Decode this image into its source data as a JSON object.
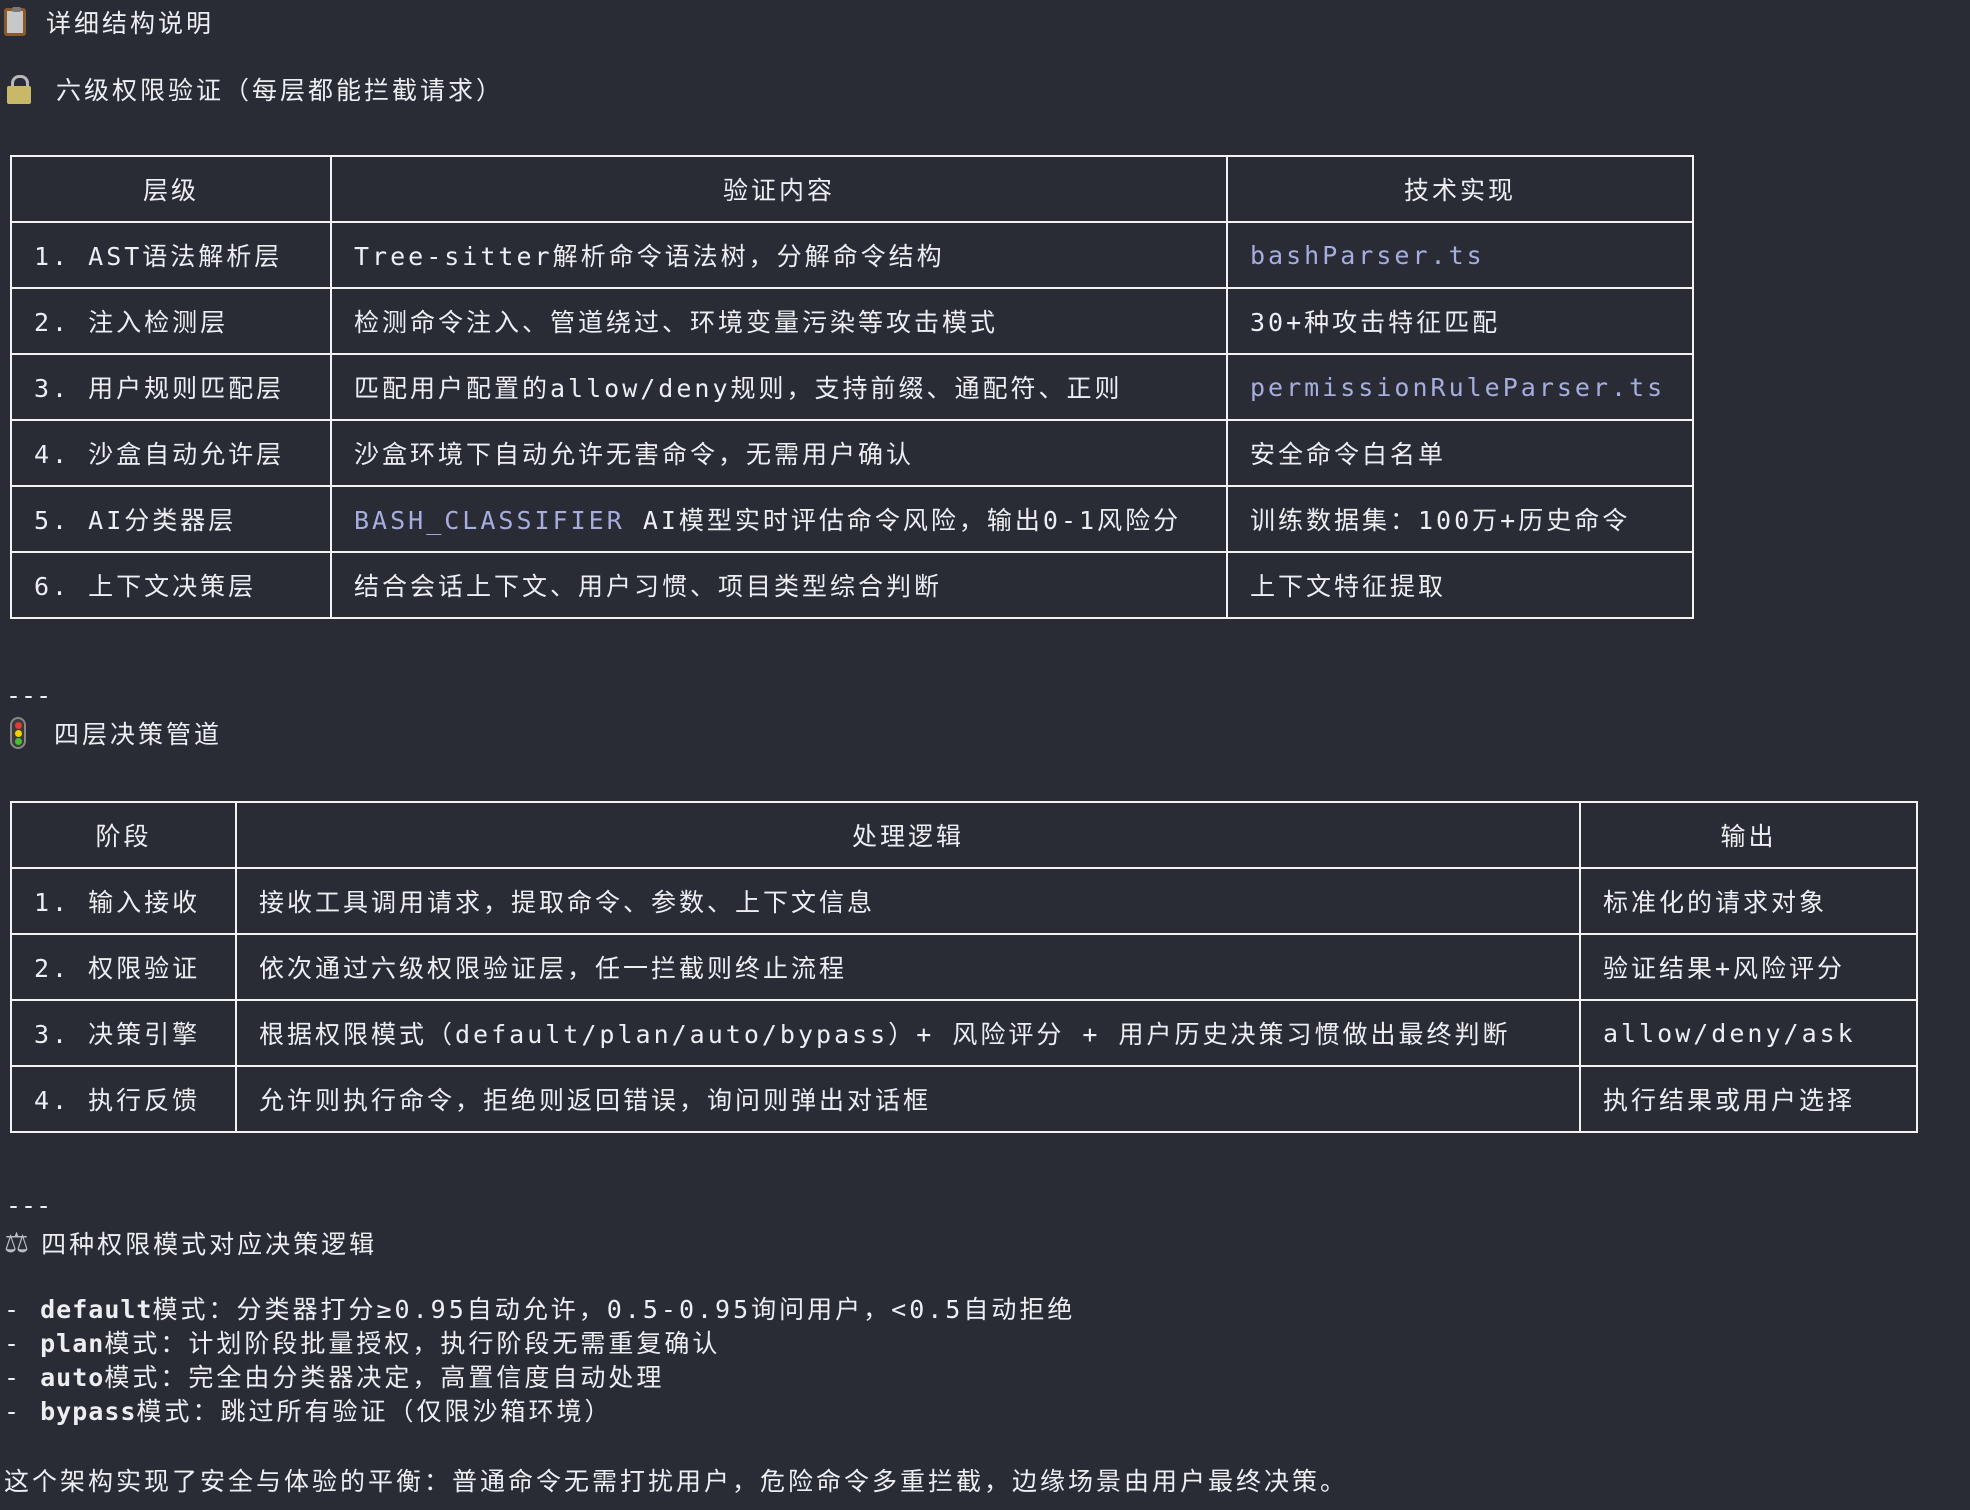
{
  "title": {
    "icon": "clipboard-icon",
    "text": "详细结构说明"
  },
  "section1": {
    "icon": "lock-icon",
    "heading": "六级权限验证（每层都能拦截请求）",
    "table": {
      "headers": [
        "层级",
        "验证内容",
        "技术实现"
      ],
      "rows": [
        {
          "level": "1. AST语法解析层",
          "content_code": "",
          "content": "Tree-sitter解析命令语法树，分解命令结构",
          "impl": "bashParser.ts",
          "impl_is_code": true
        },
        {
          "level": "2. 注入检测层",
          "content_code": "",
          "content": "检测命令注入、管道绕过、环境变量污染等攻击模式",
          "impl": "30+种攻击特征匹配",
          "impl_is_code": false
        },
        {
          "level": "3. 用户规则匹配层",
          "content_code": "",
          "content": "匹配用户配置的allow/deny规则，支持前缀、通配符、正则",
          "impl": "permissionRuleParser.ts",
          "impl_is_code": true
        },
        {
          "level": "4. 沙盒自动允许层",
          "content_code": "",
          "content": "沙盒环境下自动允许无害命令，无需用户确认",
          "impl": "安全命令白名单",
          "impl_is_code": false
        },
        {
          "level": "5. AI分类器层",
          "content_code": "BASH_CLASSIFIER",
          "content": " AI模型实时评估命令风险，输出0-1风险分",
          "impl": "训练数据集：100万+历史命令",
          "impl_is_code": false
        },
        {
          "level": "6. 上下文决策层",
          "content_code": "",
          "content": "结合会话上下文、用户习惯、项目类型综合判断",
          "impl": "上下文特征提取",
          "impl_is_code": false
        }
      ]
    }
  },
  "separator": "---",
  "section2": {
    "icon": "traffic-light-icon",
    "heading": "四层决策管道",
    "table": {
      "headers": [
        "阶段",
        "处理逻辑",
        "输出"
      ],
      "rows": [
        {
          "stage": "1. 输入接收",
          "logic": "接收工具调用请求，提取命令、参数、上下文信息",
          "output": "标准化的请求对象"
        },
        {
          "stage": "2. 权限验证",
          "logic": "依次通过六级权限验证层，任一拦截则终止流程",
          "output": "验证结果+风险评分"
        },
        {
          "stage": "3. 决策引擎",
          "logic": "根据权限模式（default/plan/auto/bypass）+ 风险评分 + 用户历史决策习惯做出最终判断",
          "output": "allow/deny/ask"
        },
        {
          "stage": "4. 执行反馈",
          "logic": "允许则执行命令，拒绝则返回错误，询问则弹出对话框",
          "output": "执行结果或用户选择"
        }
      ]
    }
  },
  "section3": {
    "icon": "balance-scale-icon",
    "heading": "四种权限模式对应决策逻辑",
    "bullets": [
      {
        "prefix": "- ",
        "mode": "default",
        "suffix": "模式",
        "text": "：分类器打分≥0.95自动允许，0.5-0.95询问用户，<0.5自动拒绝"
      },
      {
        "prefix": "- ",
        "mode": "plan",
        "suffix": "模式",
        "text": "：计划阶段批量授权，执行阶段无需重复确认"
      },
      {
        "prefix": "- ",
        "mode": "auto",
        "suffix": "模式",
        "text": "：完全由分类器决定，高置信度自动处理"
      },
      {
        "prefix": "- ",
        "mode": "bypass",
        "suffix": "模式",
        "text": "：跳过所有验证（仅限沙箱环境）"
      }
    ]
  },
  "conclusion": "这个架构实现了安全与体验的平衡：普通命令无需打扰用户，危险命令多重拦截，边缘场景由用户最终决策。"
}
